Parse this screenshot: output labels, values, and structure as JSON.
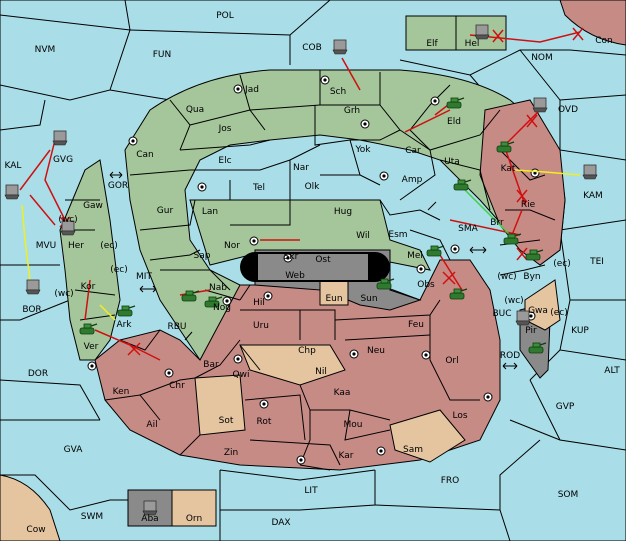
{
  "map": {
    "sea_labels": [
      {
        "id": "POL",
        "text": "POL"
      },
      {
        "id": "NVM",
        "text": "NVM"
      },
      {
        "id": "FUN",
        "text": "FUN"
      },
      {
        "id": "COB",
        "text": "COB"
      },
      {
        "id": "NOM",
        "text": "NOM"
      },
      {
        "id": "OVD",
        "text": "OVD"
      },
      {
        "id": "KAL",
        "text": "KAL"
      },
      {
        "id": "KAM",
        "text": "KAM"
      },
      {
        "id": "GOR",
        "text": "GOR"
      },
      {
        "id": "SMA",
        "text": "SMA"
      },
      {
        "id": "TEI",
        "text": "TEI"
      },
      {
        "id": "MIT",
        "text": "MIT"
      },
      {
        "id": "BOR",
        "text": "BOR"
      },
      {
        "id": "RBU",
        "text": "RBU"
      },
      {
        "id": "BUC",
        "text": "BUC"
      },
      {
        "id": "KUP",
        "text": "KUP"
      },
      {
        "id": "ROD",
        "text": "ROD"
      },
      {
        "id": "ALT",
        "text": "ALT"
      },
      {
        "id": "DOR",
        "text": "DOR"
      },
      {
        "id": "GVP",
        "text": "GVP"
      },
      {
        "id": "GVA",
        "text": "GVA"
      },
      {
        "id": "FRO",
        "text": "FRO"
      },
      {
        "id": "SOM",
        "text": "SOM"
      },
      {
        "id": "LIT",
        "text": "LIT"
      },
      {
        "id": "SWM",
        "text": "SWM"
      },
      {
        "id": "DAX",
        "text": "DAX"
      },
      {
        "id": "Cow",
        "text": "Cow"
      },
      {
        "id": "Con",
        "text": "Con"
      }
    ],
    "territories": [
      {
        "id": "Elf",
        "text": "Elf"
      },
      {
        "id": "Hel",
        "text": "Hel"
      },
      {
        "id": "Jad",
        "text": "Jad"
      },
      {
        "id": "Sch",
        "text": "Sch"
      },
      {
        "id": "Qua",
        "text": "Qua"
      },
      {
        "id": "Grh",
        "text": "Grh"
      },
      {
        "id": "Eld",
        "text": "Eld"
      },
      {
        "id": "Jos",
        "text": "Jos"
      },
      {
        "id": "Can",
        "text": "Can"
      },
      {
        "id": "Yok",
        "text": "Yok"
      },
      {
        "id": "Car",
        "text": "Car"
      },
      {
        "id": "Uta",
        "text": "Uta"
      },
      {
        "id": "Kat",
        "text": "Kat"
      },
      {
        "id": "Elc",
        "text": "Elc"
      },
      {
        "id": "Nar",
        "text": "Nar"
      },
      {
        "id": "GVG",
        "text": "GVG"
      },
      {
        "id": "Tel",
        "text": "Tel"
      },
      {
        "id": "Olk",
        "text": "Olk"
      },
      {
        "id": "Amp",
        "text": "Amp"
      },
      {
        "id": "Gaw",
        "text": "Gaw"
      },
      {
        "id": "Gur",
        "text": "Gur"
      },
      {
        "id": "Lan",
        "text": "Lan"
      },
      {
        "id": "Hug",
        "text": "Hug"
      },
      {
        "id": "Rie",
        "text": "Rie"
      },
      {
        "id": "Brr",
        "text": "Brr"
      },
      {
        "id": "MVU",
        "text": "MVU"
      },
      {
        "id": "Her",
        "text": "Her"
      },
      {
        "id": "Nor",
        "text": "Nor"
      },
      {
        "id": "Skr",
        "text": "Skr"
      },
      {
        "id": "Wil",
        "text": "Wil"
      },
      {
        "id": "Esm",
        "text": "Esm"
      },
      {
        "id": "Sap",
        "text": "Sap"
      },
      {
        "id": "Ost",
        "text": "Ost"
      },
      {
        "id": "Mel",
        "text": "Mel"
      },
      {
        "id": "Web",
        "text": "Web"
      },
      {
        "id": "Byn",
        "text": "Byn"
      },
      {
        "id": "Kor",
        "text": "Kor"
      },
      {
        "id": "Nab",
        "text": "Nab"
      },
      {
        "id": "Obs",
        "text": "Obs"
      },
      {
        "id": "Eun",
        "text": "Eun"
      },
      {
        "id": "Sun",
        "text": "Sun"
      },
      {
        "id": "Hil",
        "text": "Hil"
      },
      {
        "id": "Nog",
        "text": "Nog"
      },
      {
        "id": "Gwa",
        "text": "Gwa"
      },
      {
        "id": "Ark",
        "text": "Ark"
      },
      {
        "id": "Uru",
        "text": "Uru"
      },
      {
        "id": "Feu",
        "text": "Feu"
      },
      {
        "id": "Pir",
        "text": "Pir"
      },
      {
        "id": "Ver",
        "text": "Ver"
      },
      {
        "id": "Chp",
        "text": "Chp"
      },
      {
        "id": "Neu",
        "text": "Neu"
      },
      {
        "id": "Bar",
        "text": "Bar"
      },
      {
        "id": "Orl",
        "text": "Orl"
      },
      {
        "id": "Qwi",
        "text": "Qwi"
      },
      {
        "id": "Nil",
        "text": "Nil"
      },
      {
        "id": "Ken",
        "text": "Ken"
      },
      {
        "id": "Chr",
        "text": "Chr"
      },
      {
        "id": "Kaa",
        "text": "Kaa"
      },
      {
        "id": "Sot",
        "text": "Sot"
      },
      {
        "id": "Rot",
        "text": "Rot"
      },
      {
        "id": "Los",
        "text": "Los"
      },
      {
        "id": "Ail",
        "text": "Ail"
      },
      {
        "id": "Mou",
        "text": "Mou"
      },
      {
        "id": "Zin",
        "text": "Zin"
      },
      {
        "id": "Kar",
        "text": "Kar"
      },
      {
        "id": "Sam",
        "text": "Sam"
      },
      {
        "id": "Aba",
        "text": "Aba"
      },
      {
        "id": "Orn",
        "text": "Orn"
      }
    ],
    "coast_labels": [
      {
        "id": "wc1",
        "text": "(wc)"
      },
      {
        "id": "ec1",
        "text": "(ec)"
      },
      {
        "id": "ec2",
        "text": "(ec)"
      },
      {
        "id": "wc2",
        "text": "(wc)"
      },
      {
        "id": "wc3",
        "text": "(wc)"
      },
      {
        "id": "ec3",
        "text": "(ec)"
      },
      {
        "id": "wc4",
        "text": "(wc)"
      },
      {
        "id": "ec4",
        "text": "(ec)"
      }
    ],
    "colors": {
      "sea": "#a9dde7",
      "green_power": "#a4c69a",
      "red_power": "#c78b86",
      "tan_neutral": "#e4c5a0",
      "gray_power": "#8a8a8a",
      "move_order": "#d01010",
      "support_order": "#f0f020",
      "convoy_order": "#40d040"
    },
    "icons": [
      "army-tank-icon",
      "fleet-ship-icon",
      "supply-center-icon",
      "double-arrow-icon",
      "cross-fail-icon"
    ]
  }
}
